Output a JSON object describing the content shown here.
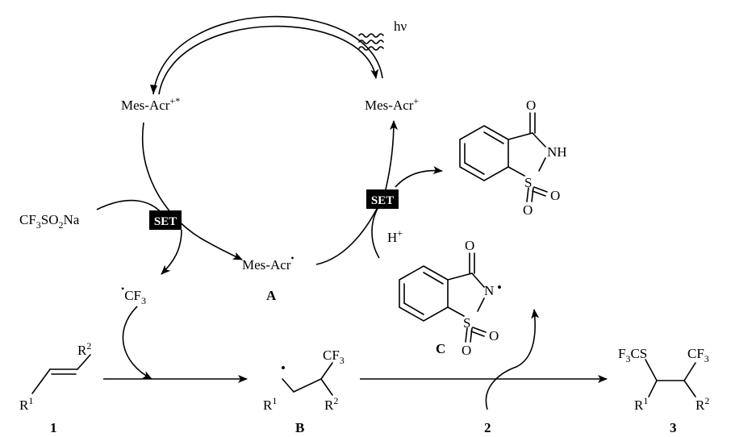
{
  "cycle": {
    "catalyst_ground": "Mes-Acr",
    "catalyst_ground_charge": "+",
    "catalyst_excited": "Mes-Acr",
    "catalyst_excited_charge": "+*",
    "catalyst_radical": "Mes-Acr",
    "radical_dot": "•",
    "intermediate_A": "A",
    "light": "hν",
    "set_left": "SET",
    "set_right": "SET",
    "proton": "H",
    "proton_charge": "+"
  },
  "reagents": {
    "sulfinate": {
      "p1": "CF",
      "s1": "3",
      "p2": "SO",
      "s2": "2",
      "p3": "Na"
    },
    "cf3_radical": {
      "dot": "•",
      "p1": "CF",
      "s1": "3"
    }
  },
  "saccharin": {
    "oxygen": "O",
    "nh": "NH",
    "sulfur": "S",
    "oxygen2": "O",
    "oxygen3": "O"
  },
  "radical_C": {
    "oxygen": "O",
    "nitrogen": "N",
    "dot": "•",
    "sulfur": "S",
    "oxygen2": "O",
    "oxygen3": "O",
    "label": "C"
  },
  "compound_1": {
    "r1": "R",
    "r1_sub": "1",
    "r2": "R",
    "r2_sub": "2",
    "label": "1"
  },
  "compound_B": {
    "dot": "•",
    "r1": "R",
    "r1_sub": "1",
    "r2": "R",
    "r2_sub": "2",
    "cf3": "CF",
    "cf3_sub": "3",
    "label": "B"
  },
  "reagent_2": {
    "label": "2"
  },
  "compound_3": {
    "f3cs_a": "F",
    "f3cs_sub": "3",
    "f3cs_b": "CS",
    "r1": "R",
    "r1_sub": "1",
    "r2": "R",
    "r2_sub": "2",
    "cf3": "CF",
    "cf3_sub": "3",
    "label": "3"
  }
}
